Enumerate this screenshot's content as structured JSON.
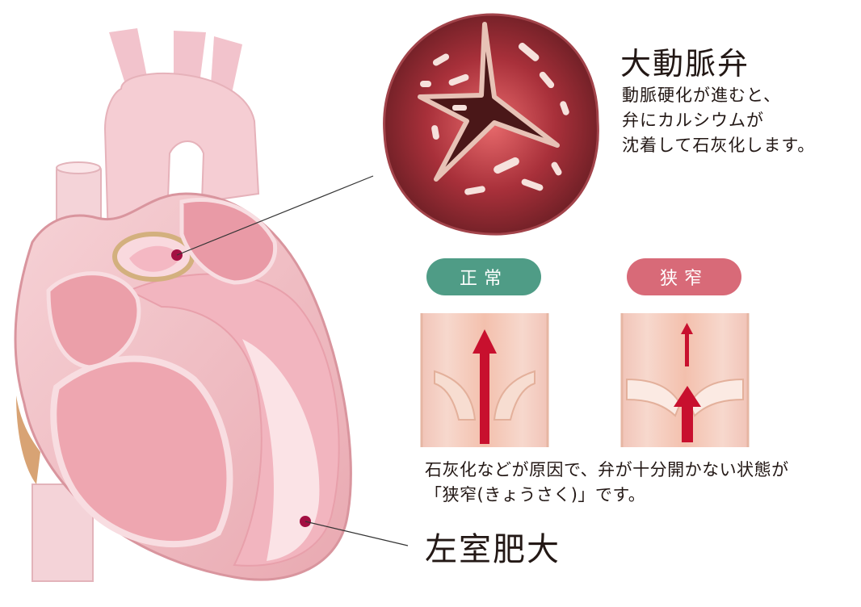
{
  "colors": {
    "normal_pill": "#4f9c86",
    "stenosis_pill": "#d86a78",
    "arrow": "#c8102e",
    "marker": "#a30f42",
    "text": "#231815"
  },
  "valve": {
    "title": "大動脈弁",
    "description": [
      "動脈硬化が進むと、",
      "弁にカルシウムが",
      "沈着して石灰化します。"
    ]
  },
  "panels": {
    "normal_label": "正常",
    "stenosis_label": "狭窄"
  },
  "caption": [
    "石灰化などが原因で、弁が十分開かない状態が",
    "「狭窄(きょうさく)」です。"
  ],
  "lvh_label": "左室肥大",
  "icons": {
    "flow_arrow": "up-arrow-icon",
    "marker": "dot-marker-icon"
  }
}
